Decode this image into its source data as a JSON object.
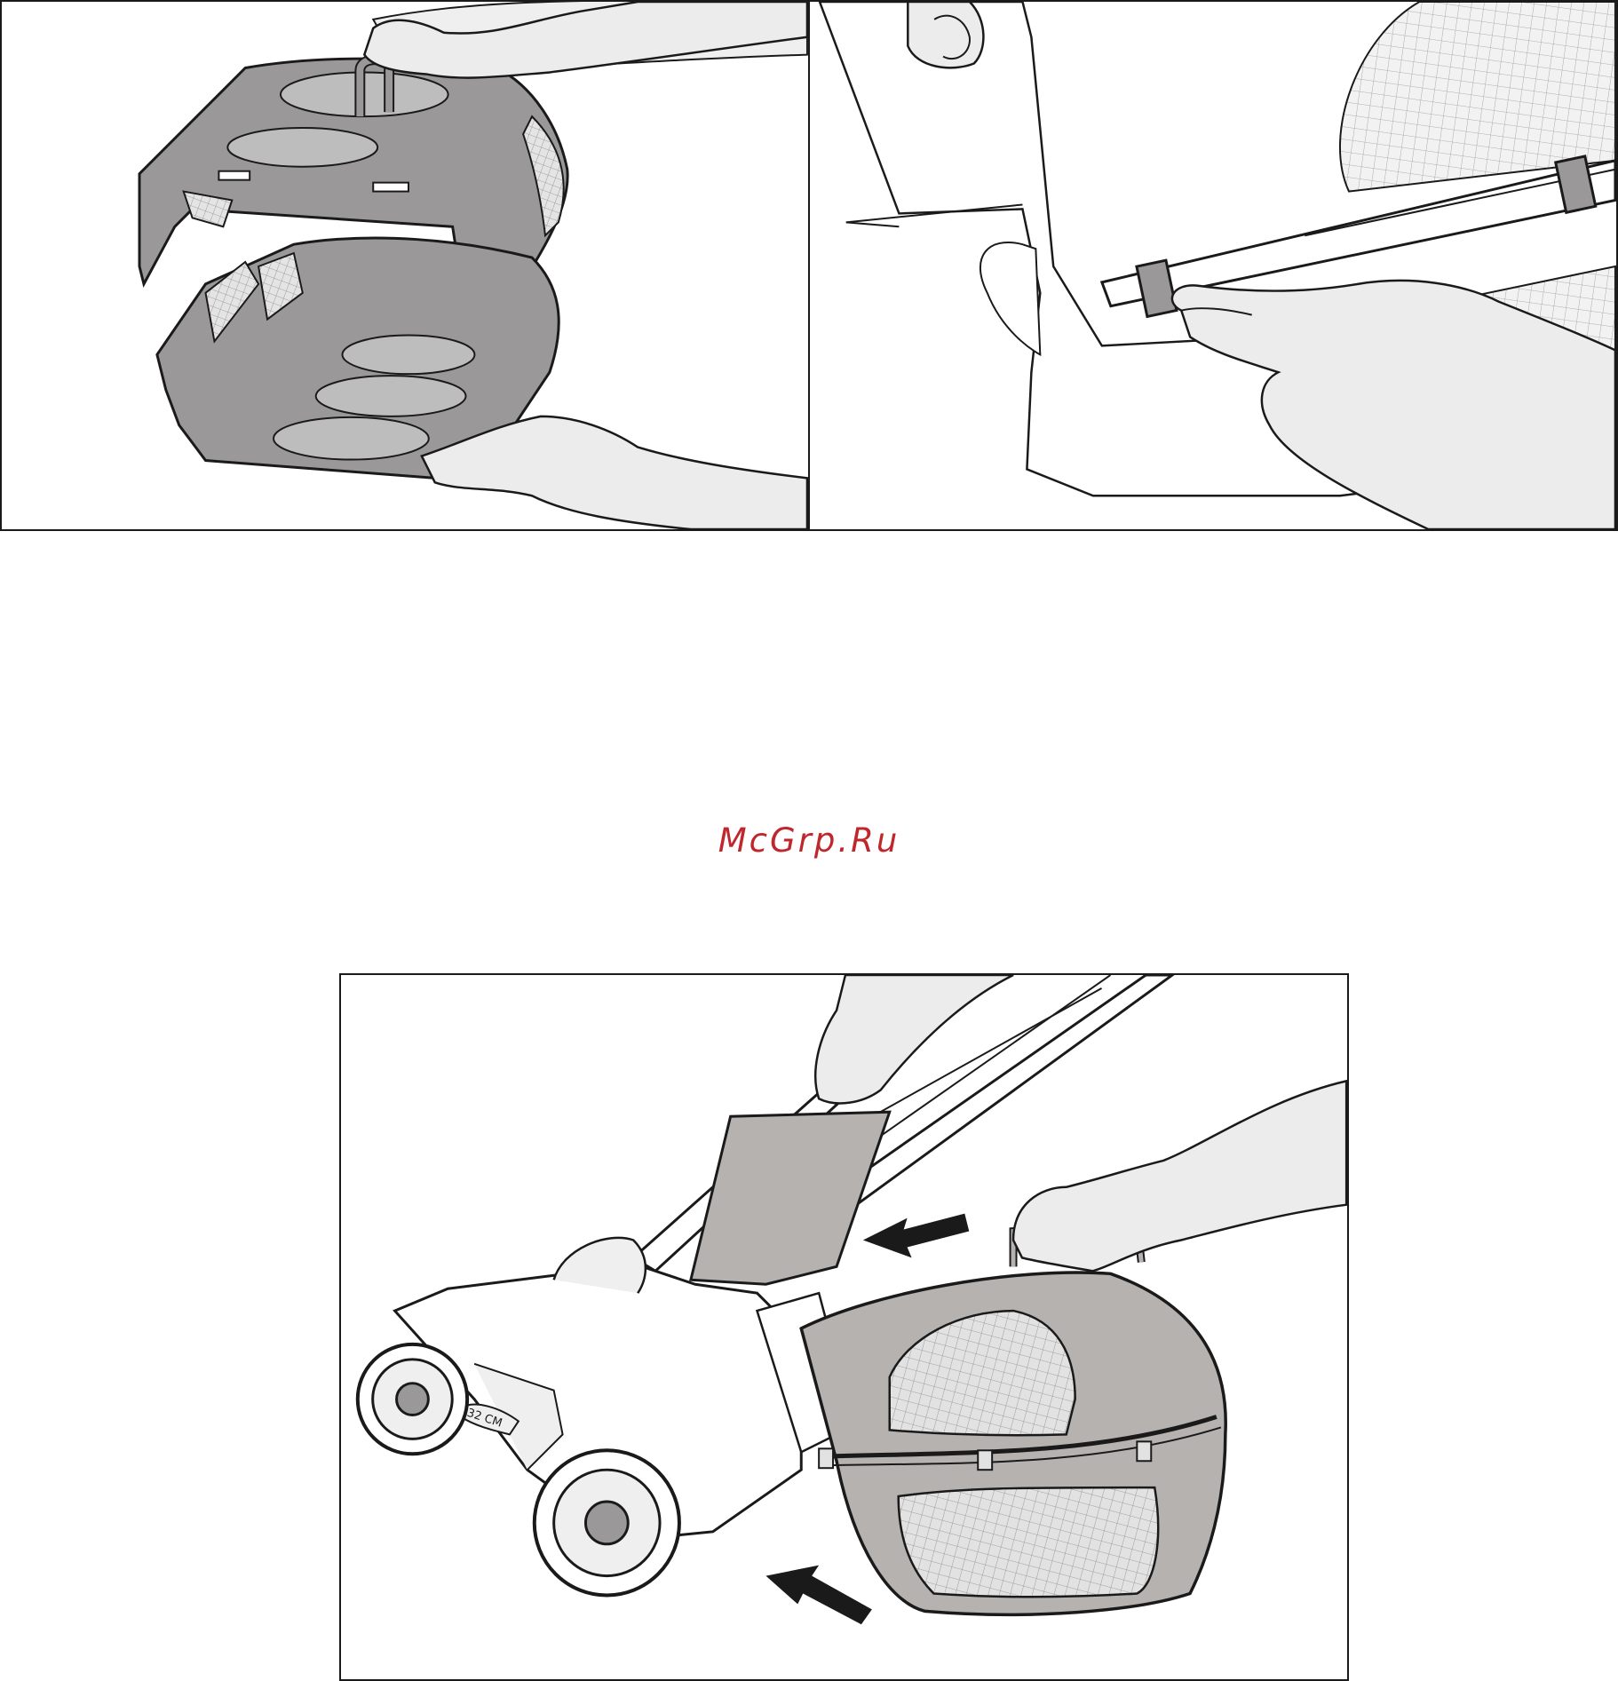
{
  "watermark": {
    "text": "McGrp.Ru",
    "color": "#c0272d"
  },
  "colors": {
    "line": "#1a1a1a",
    "skin": "#ececec",
    "plastic": "#9a9898",
    "bag": "#b5b2b0",
    "mesh": "#e2e2e2"
  },
  "figures": [
    {
      "name": "remove-catcher-lid"
    },
    {
      "name": "fit-bag-clips"
    },
    {
      "name": "attach-catcher-to-mower"
    }
  ],
  "mower": {
    "deck_label": "32 CM"
  }
}
